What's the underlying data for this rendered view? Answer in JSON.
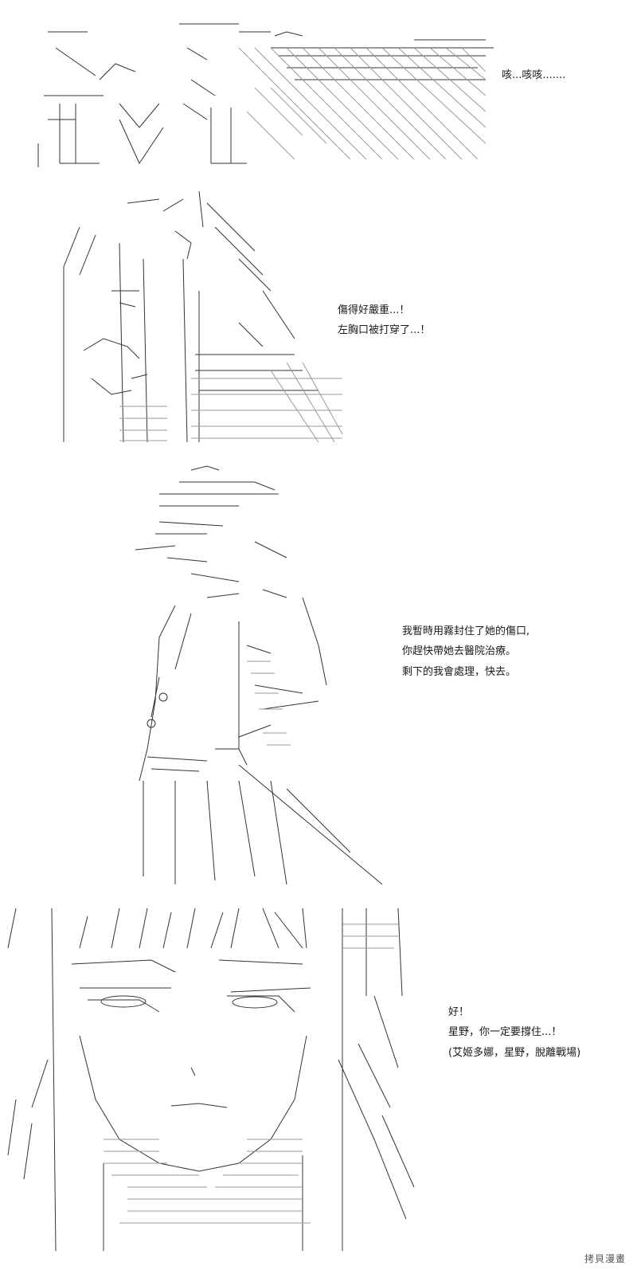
{
  "panels": [
    {
      "lines": [
        "咳...咳咳......."
      ]
    },
    {
      "lines": [
        "傷得好嚴重...！",
        "左胸口被打穿了...！"
      ]
    },
    {
      "lines": [
        "我暫時用霧封住了她的傷口,",
        "你趕快帶她去醫院治療。",
        "剩下的我會處理，快去。"
      ]
    },
    {
      "lines": [
        "好！",
        "星野，你一定要撐住...！",
        "(艾姬多娜，星野，脫離戰場)"
      ]
    }
  ],
  "watermark": "拷貝漫畫",
  "colors": {
    "ink": "#1a1a1a",
    "background": "#ffffff"
  }
}
